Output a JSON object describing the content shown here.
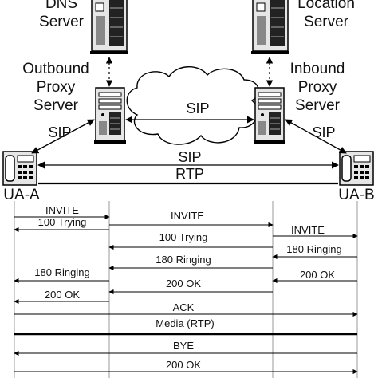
{
  "nodes": {
    "dns": [
      "DNS",
      "Server"
    ],
    "location": [
      "Location",
      "Server"
    ],
    "outbound": [
      "Outbound",
      "Proxy",
      "Server"
    ],
    "inbound": [
      "Inbound",
      "Proxy",
      "Server"
    ],
    "ua_a": "UA-A",
    "ua_b": "UA-B"
  },
  "links": {
    "cloud_label": "SIP",
    "left_sip": "SIP",
    "right_sip": "SIP",
    "ua_sip": "SIP",
    "ua_rtp": "RTP"
  },
  "messages": {
    "m1": "INVITE",
    "m2": "100 Trying",
    "m3": "INVITE",
    "m4": "100 Trying",
    "m5": "INVITE",
    "m6": "180 Ringing",
    "m7": "180 Ringing",
    "m8": "180 Ringing",
    "m9": "200 OK",
    "m10": "200 OK",
    "m11": "200 OK",
    "m12": "ACK",
    "m13": "Media (RTP)",
    "m14": "BYE",
    "m15": "200 OK"
  }
}
